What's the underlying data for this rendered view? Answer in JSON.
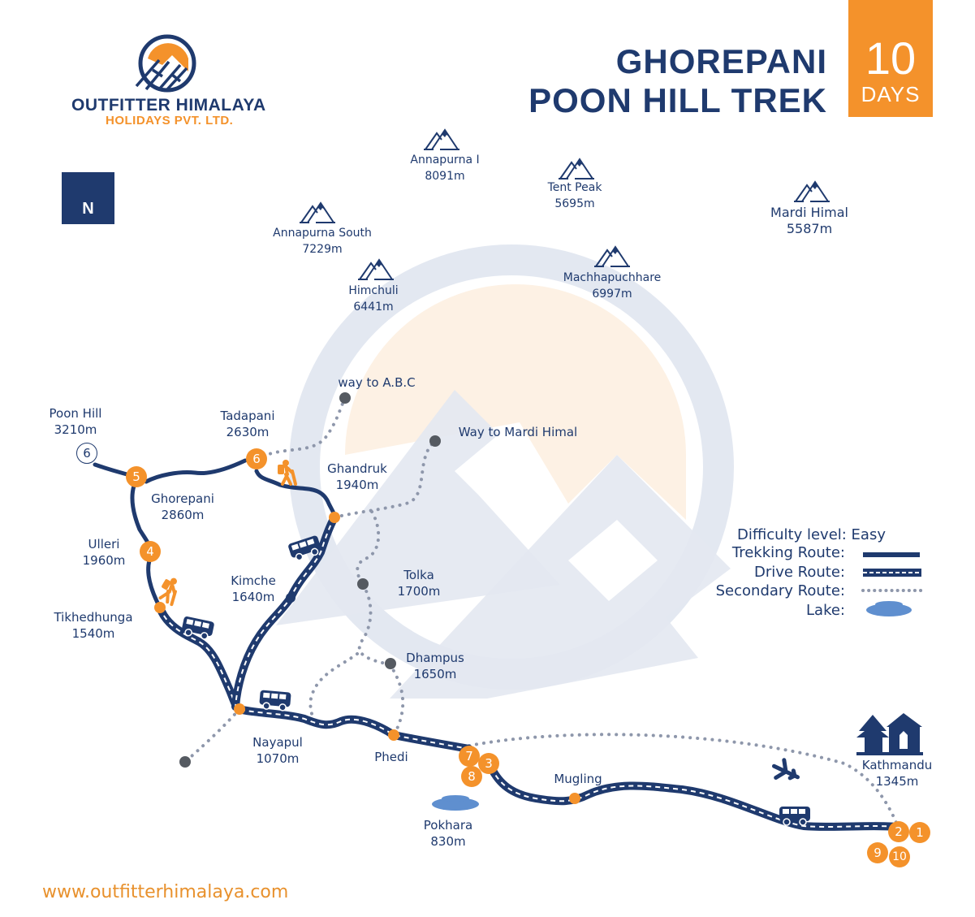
{
  "brand": {
    "name": "OUTFITTER HIMALAYA",
    "subtitle": "HOLIDAYS PVT. LTD.",
    "website": "www.outfitterhimalaya.com"
  },
  "header": {
    "title_line1": "GHOREPANI",
    "title_line2": "POON HILL TREK",
    "duration_number": "10",
    "duration_unit": "DAYS"
  },
  "compass": {
    "icon": "north-arrow-icon",
    "label": "N"
  },
  "colors": {
    "navy": "#1f3a6e",
    "orange": "#f4922b",
    "secondary_route": "#8e97ab",
    "waypoint_gray": "#555a61",
    "lake": "#5f8fcf",
    "watermark_blue": "#e3e8f1",
    "watermark_peach": "#fdf1e4"
  },
  "peaks": [
    {
      "name": "Annapurna I",
      "elevation": "8091m"
    },
    {
      "name": "Tent Peak",
      "elevation": "5695m"
    },
    {
      "name": "Mardi Himal",
      "elevation": "5587m"
    },
    {
      "name": "Annapurna South",
      "elevation": "7229m"
    },
    {
      "name": "Himchuli",
      "elevation": "6441m"
    },
    {
      "name": "Machhapuchhare",
      "elevation": "6997m"
    }
  ],
  "places": [
    {
      "name": "Poon Hill",
      "elevation": "3210m"
    },
    {
      "name": "Ghorepani",
      "elevation": "2860m"
    },
    {
      "name": "Tadapani",
      "elevation": "2630m"
    },
    {
      "name": "Ghandruk",
      "elevation": "1940m"
    },
    {
      "name": "Ulleri",
      "elevation": "1960m"
    },
    {
      "name": "Tikhedhunga",
      "elevation": "1540m"
    },
    {
      "name": "Kimche",
      "elevation": "1640m"
    },
    {
      "name": "Tolka",
      "elevation": "1700m"
    },
    {
      "name": "Dhampus",
      "elevation": "1650m"
    },
    {
      "name": "Nayapul",
      "elevation": "1070m"
    },
    {
      "name": "Phedi",
      "elevation": ""
    },
    {
      "name": "Pokhara",
      "elevation": "830m"
    },
    {
      "name": "Mugling",
      "elevation": ""
    },
    {
      "name": "Kathmandu",
      "elevation": "1345m"
    }
  ],
  "waypoints": [
    {
      "name": "way to A.B.C"
    },
    {
      "name": "Way to Mardi Himal"
    }
  ],
  "day_markers": [
    "1",
    "2",
    "3",
    "4",
    "5",
    "6",
    "6",
    "7",
    "8",
    "9",
    "10"
  ],
  "legend": {
    "difficulty": "Difficulty level: Easy",
    "trekking": "Trekking Route:",
    "drive": "Drive Route:",
    "secondary": "Secondary Route:",
    "lake": "Lake:"
  }
}
